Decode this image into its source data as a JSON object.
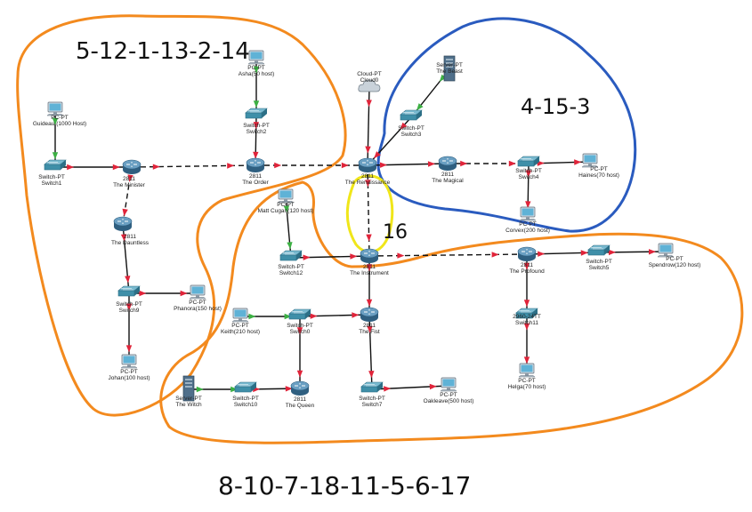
{
  "colors": {
    "background": "#ffffff",
    "link": "#111111",
    "arrow": "#e0243a",
    "up_arrow": "#3cb043",
    "router": "#4a7fa3",
    "switch": "#3f8fa8",
    "pc_screen": "#5fb2d6",
    "server": "#4f6f8a",
    "orange_region": "#f38a1e",
    "blue_region": "#2a5bbf",
    "yellow_region": "#f0e61a"
  },
  "handwriting": {
    "top_left": "5-12-1-13-2-14",
    "top_right": "4-15-3",
    "middle": "16",
    "bottom": "8-10-7-18-11-5-6-17"
  },
  "devices": [
    {
      "id": "guideau",
      "type": "pc",
      "line1": "PC-PT",
      "line2": "Guideau (1000 Host)"
    },
    {
      "id": "switch1",
      "type": "switch",
      "line1": "Switch-PT",
      "line2": "Switch1"
    },
    {
      "id": "minister",
      "type": "router",
      "line1": "2811",
      "line2": "The Minister"
    },
    {
      "id": "dauntless",
      "type": "router",
      "line1": "2811",
      "line2": "The Dauntless"
    },
    {
      "id": "switch9",
      "type": "switch",
      "line1": "Switch-PT",
      "line2": "Switch9"
    },
    {
      "id": "phanora",
      "type": "pc",
      "line1": "PC-PT",
      "line2": "Phanora(150 host)"
    },
    {
      "id": "johan",
      "type": "pc",
      "line1": "PC-PT",
      "line2": "Johan(100 host)"
    },
    {
      "id": "asha",
      "type": "pc",
      "line1": "PC-PT",
      "line2": "Asha(50 host)"
    },
    {
      "id": "switch2",
      "type": "switch",
      "line1": "Switch-PT",
      "line2": "Switch2"
    },
    {
      "id": "order",
      "type": "router",
      "line1": "2811",
      "line2": "The Order"
    },
    {
      "id": "cloud0",
      "type": "cloud",
      "line1": "Cloud-PT",
      "line2": "Cloud0"
    },
    {
      "id": "beast",
      "type": "server",
      "line1": "Server-PT",
      "line2": "The Beast"
    },
    {
      "id": "switch3",
      "type": "switch",
      "line1": "Switch-PT",
      "line2": "Switch3"
    },
    {
      "id": "renaissance",
      "type": "router",
      "line1": "2811",
      "line2": "The Renaissance"
    },
    {
      "id": "magical",
      "type": "router",
      "line1": "2811",
      "line2": "The Magical"
    },
    {
      "id": "switch4",
      "type": "switch",
      "line1": "Switch-PT",
      "line2": "Switch4"
    },
    {
      "id": "haines",
      "type": "pc",
      "line1": "PC-PT",
      "line2": "Haines(70 host)"
    },
    {
      "id": "corvex",
      "type": "pc",
      "line1": "PC-PT",
      "line2": "Corvex(200 host)"
    },
    {
      "id": "mattcugan",
      "type": "pc",
      "line1": "PC-PT",
      "line2": "Matt Cugan(120 host)"
    },
    {
      "id": "switch12",
      "type": "switch",
      "line1": "Switch-PT",
      "line2": "Switch12"
    },
    {
      "id": "instrument",
      "type": "router",
      "line1": "2811",
      "line2": "The Instrument"
    },
    {
      "id": "profound",
      "type": "router",
      "line1": "2811",
      "line2": "The Profound"
    },
    {
      "id": "switch5",
      "type": "switch",
      "line1": "Switch-PT",
      "line2": "Switch5"
    },
    {
      "id": "spendrow",
      "type": "pc",
      "line1": "PC-PT",
      "line2": "Spendrow(120 host)"
    },
    {
      "id": "switch11",
      "type": "switch",
      "line1": "2960-24TT",
      "line2": "Switch11"
    },
    {
      "id": "helga",
      "type": "pc",
      "line1": "PC-PT",
      "line2": "Helga(70 host)"
    },
    {
      "id": "keith",
      "type": "pc",
      "line1": "PC-PT",
      "line2": "Keith(210 host)"
    },
    {
      "id": "switch0",
      "type": "switch",
      "line1": "Switch-PT",
      "line2": "Switch0"
    },
    {
      "id": "fist",
      "type": "router",
      "line1": "2811",
      "line2": "The Fist"
    },
    {
      "id": "witch",
      "type": "server",
      "line1": "Server-PT",
      "line2": "The Witch"
    },
    {
      "id": "switch10",
      "type": "switch",
      "line1": "Switch-PT",
      "line2": "Switch10"
    },
    {
      "id": "queen",
      "type": "router",
      "line1": "2811",
      "line2": "The Queen"
    },
    {
      "id": "switch7",
      "type": "switch",
      "line1": "Switch-PT",
      "line2": "Switch7"
    },
    {
      "id": "oakleave",
      "type": "pc",
      "line1": "PC-PT",
      "line2": "Oakleave(500 host)"
    }
  ],
  "links": [
    {
      "from": "guideau",
      "to": "switch1",
      "style": "solid"
    },
    {
      "from": "switch1",
      "to": "minister",
      "style": "solid"
    },
    {
      "from": "minister",
      "to": "order",
      "style": "dashed"
    },
    {
      "from": "minister",
      "to": "dauntless",
      "style": "dashed"
    },
    {
      "from": "dauntless",
      "to": "switch9",
      "style": "solid"
    },
    {
      "from": "switch9",
      "to": "phanora",
      "style": "solid"
    },
    {
      "from": "switch9",
      "to": "johan",
      "style": "solid"
    },
    {
      "from": "asha",
      "to": "switch2",
      "style": "solid"
    },
    {
      "from": "switch2",
      "to": "order",
      "style": "solid"
    },
    {
      "from": "order",
      "to": "renaissance",
      "style": "dashed"
    },
    {
      "from": "cloud0",
      "to": "renaissance",
      "style": "solid"
    },
    {
      "from": "beast",
      "to": "switch3",
      "style": "solid"
    },
    {
      "from": "switch3",
      "to": "renaissance",
      "style": "solid"
    },
    {
      "from": "renaissance",
      "to": "magical",
      "style": "solid"
    },
    {
      "from": "magical",
      "to": "switch4",
      "style": "dashed"
    },
    {
      "from": "switch4",
      "to": "haines",
      "style": "solid"
    },
    {
      "from": "switch4",
      "to": "corvex",
      "style": "solid"
    },
    {
      "from": "renaissance",
      "to": "instrument",
      "style": "dashed"
    },
    {
      "from": "mattcugan",
      "to": "switch12",
      "style": "solid"
    },
    {
      "from": "switch12",
      "to": "instrument",
      "style": "solid"
    },
    {
      "from": "instrument",
      "to": "profound",
      "style": "dashed"
    },
    {
      "from": "profound",
      "to": "switch5",
      "style": "solid"
    },
    {
      "from": "switch5",
      "to": "spendrow",
      "style": "solid"
    },
    {
      "from": "profound",
      "to": "switch11",
      "style": "solid"
    },
    {
      "from": "switch11",
      "to": "helga",
      "style": "solid"
    },
    {
      "from": "instrument",
      "to": "fist",
      "style": "solid"
    },
    {
      "from": "keith",
      "to": "switch0",
      "style": "solid"
    },
    {
      "from": "switch0",
      "to": "fist",
      "style": "solid"
    },
    {
      "from": "switch0",
      "to": "queen",
      "style": "solid"
    },
    {
      "from": "witch",
      "to": "switch10",
      "style": "solid"
    },
    {
      "from": "switch10",
      "to": "queen",
      "style": "solid"
    },
    {
      "from": "fist",
      "to": "switch7",
      "style": "solid"
    },
    {
      "from": "switch7",
      "to": "oakleave",
      "style": "solid"
    }
  ]
}
